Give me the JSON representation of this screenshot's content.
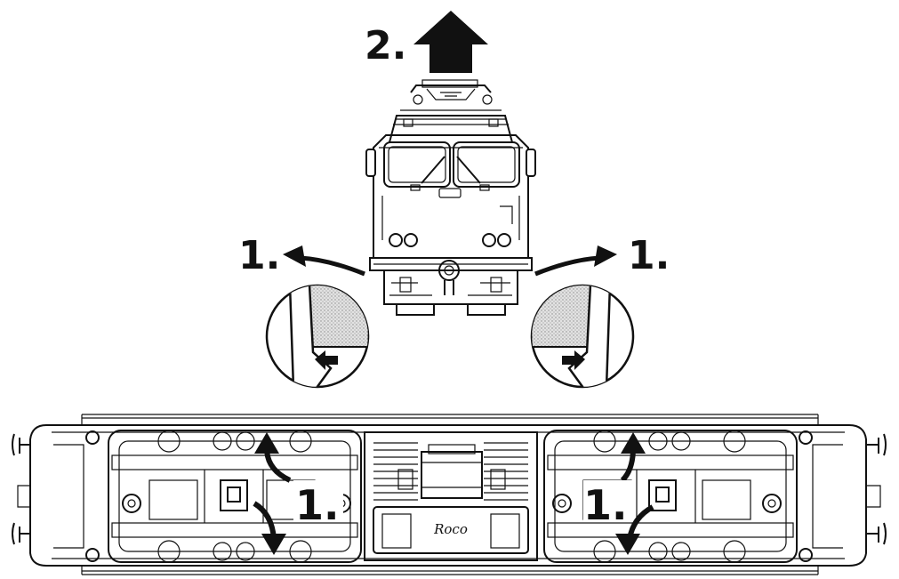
{
  "steps": {
    "lift_label": "2.",
    "spread_left_label": "1.",
    "spread_right_label": "1.",
    "bogie_left_label": "1.",
    "bogie_right_label": "1."
  },
  "logo": {
    "brand": "Roco"
  },
  "colors": {
    "ink": "#111111",
    "paper": "#ffffff",
    "stipple": "#c8c8c8"
  }
}
